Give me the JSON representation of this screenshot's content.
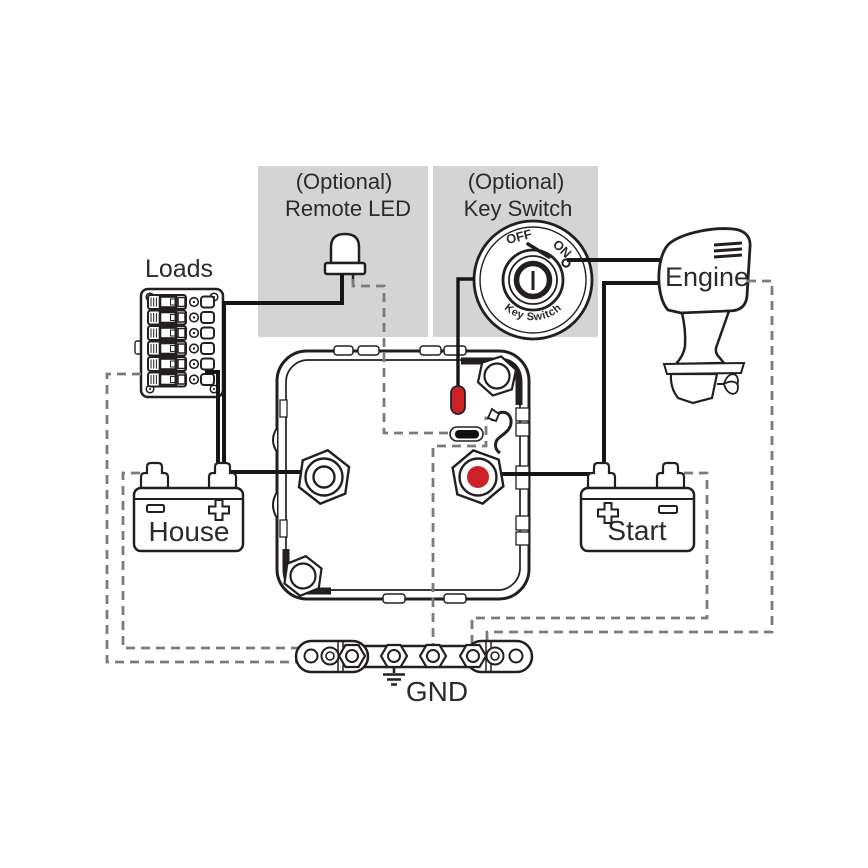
{
  "colors": {
    "led_red": "#cc2127",
    "box_gray": "#d4d4d4",
    "line_dark": "#231f20",
    "dash_gray": "#7b7b7b"
  },
  "loads_panel": {
    "label": "Loads",
    "rows": 6
  },
  "remote_led_box": {
    "line1": "(Optional)",
    "line2": "Remote LED"
  },
  "key_switch_box": {
    "line1": "(Optional)",
    "line2": "Key Switch",
    "dial": {
      "off": "OFF",
      "on": "ON",
      "caption": "Key Switch"
    }
  },
  "engine": {
    "label": "Engine"
  },
  "batteries": {
    "house": {
      "label": "House",
      "left_terminal": "-",
      "right_terminal": "+"
    },
    "start": {
      "label": "Start",
      "left_terminal": "+",
      "right_terminal": "-"
    }
  },
  "ground_bus": {
    "label": "GND"
  }
}
